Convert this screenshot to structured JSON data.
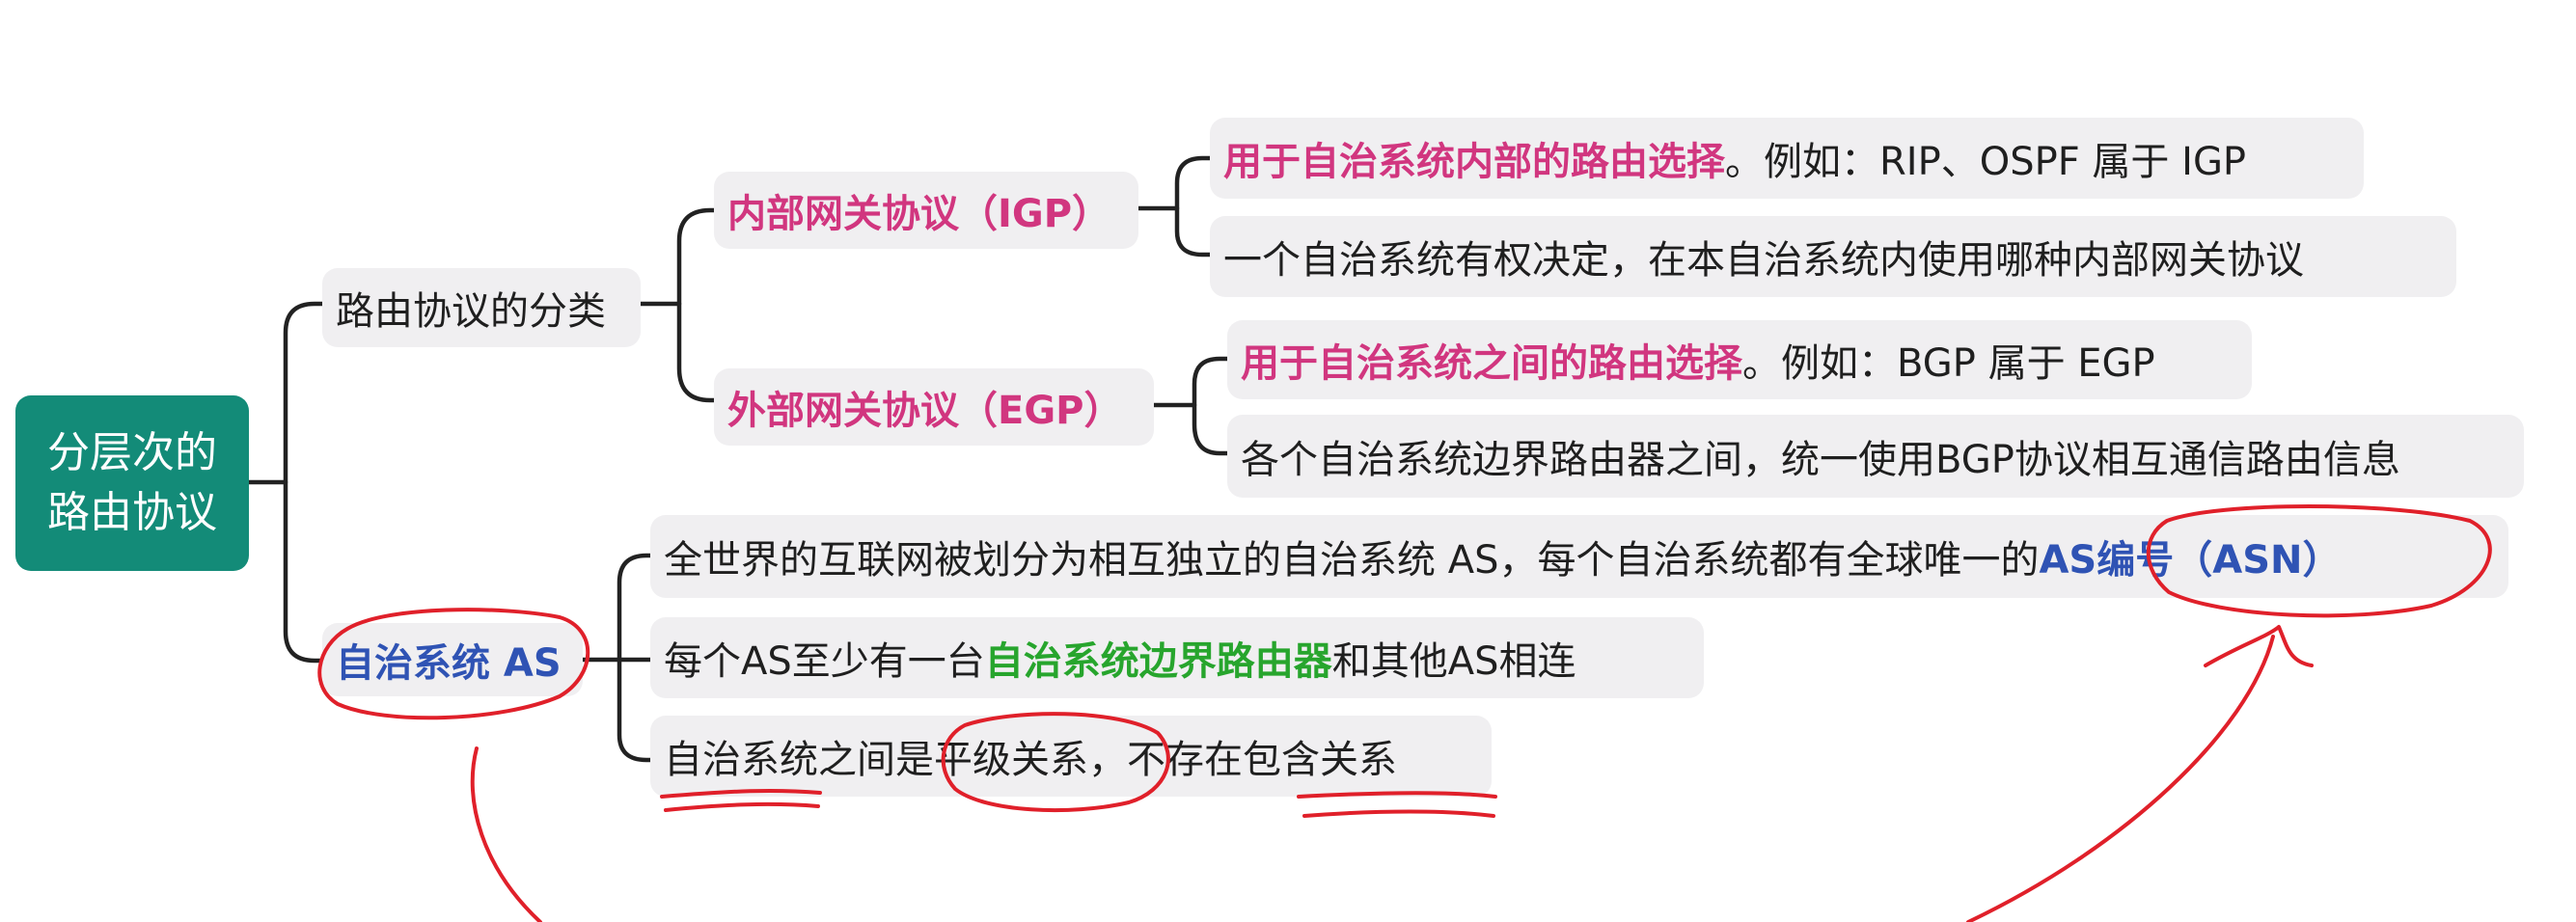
{
  "root": {
    "line1": "分层次的",
    "line2": "路由协议"
  },
  "classification": {
    "label": "路由协议的分类",
    "igp": {
      "label": "内部网关协议（IGP）",
      "desc1_highlight": "用于自治系统内部的路由选择",
      "desc1_rest": "。例如：RIP、OSPF 属于 IGP",
      "desc2": "一个自治系统有权决定，在本自治系统内使用哪种内部网关协议"
    },
    "egp": {
      "label": "外部网关协议（EGP）",
      "desc1_highlight": "用于自治系统之间的路由选择",
      "desc1_rest": "。例如：BGP 属于 EGP",
      "desc2": "各个自治系统边界路由器之间，统一使用BGP协议相互通信路由信息"
    }
  },
  "as": {
    "label": "自治系统 AS",
    "item1_text": "全世界的互联网被划分为相互独立的自治系统 AS，每个自治系统都有全球唯一的",
    "item1_highlight": "AS编号（ASN）",
    "item2_pre": "每个AS至少有一台",
    "item2_highlight": "自治系统边界路由器",
    "item2_post": "和其他AS相连",
    "item3": "自治系统之间是平级关系，不存在包含关系"
  },
  "colors": {
    "root_bg": "#138b78",
    "node_bg": "#f0eff1",
    "pink_text": "#d1367f",
    "blue_text": "#2f53b4",
    "green_text": "#27a52d",
    "annotation_ink": "#e0202a"
  }
}
